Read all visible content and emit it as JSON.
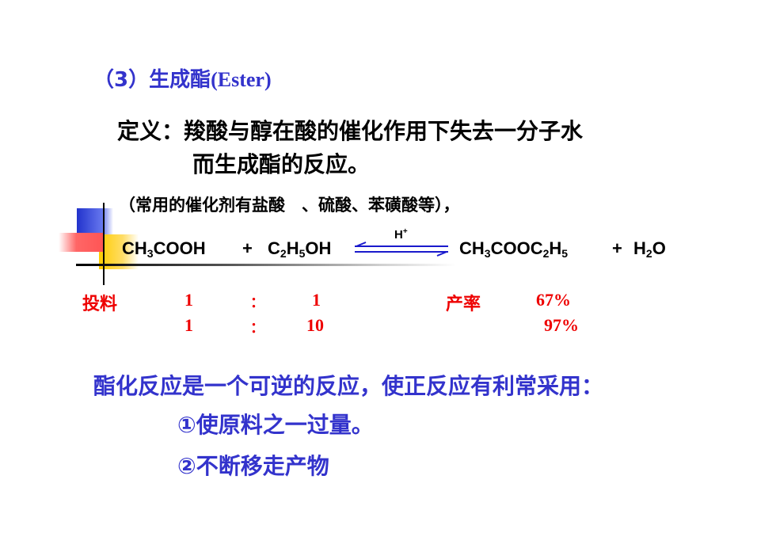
{
  "title": {
    "prefix": "（3）生成酯",
    "latin": "(Ester)"
  },
  "definition": {
    "line1": "定义：羧酸与醇在酸的催化作用下失去一分子水",
    "line2": "而生成酯的反应。"
  },
  "catalyst_note": "（常用的催化剂有盐酸　、硫酸、苯磺酸等），",
  "equation": {
    "catalyst": "H",
    "catalyst_sup": "+",
    "reactant1": {
      "a": "CH",
      "s1": "3",
      "b": "COOH"
    },
    "plus1": "+",
    "reactant2": {
      "a": "C",
      "s1": "2",
      "b": "H",
      "s2": "5",
      "c": "OH"
    },
    "product1": {
      "a": "CH",
      "s1": "3",
      "b": "COOC",
      "s2": "2",
      "c": "H",
      "s3": "5"
    },
    "plus2": "+",
    "product2": {
      "a": "H",
      "s1": "2",
      "b": "O"
    }
  },
  "table": {
    "feed_label": "投料",
    "yield_label": "产率",
    "rows": [
      {
        "a": "1",
        "sep": "：",
        "b": "1",
        "yield": "67%"
      },
      {
        "a": "1",
        "sep": "：",
        "b": "10",
        "yield": "97%"
      }
    ]
  },
  "conclusion": "酯化反应是一个可逆的反应，使正反应有利常采用：",
  "methods": [
    "①使原料之一过量。",
    "②不断移走产物"
  ],
  "colors": {
    "heading": "#3333cc",
    "data": "#ee0000",
    "deco_blue": "#2233cc",
    "deco_yellow": "#ffcc00",
    "deco_pink": "#ff5555"
  }
}
